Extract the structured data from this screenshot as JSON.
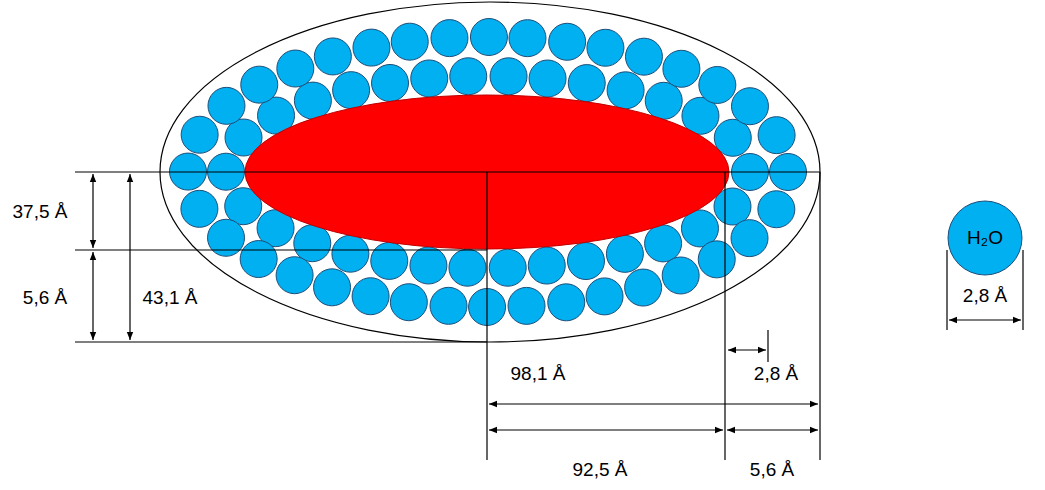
{
  "diagram": {
    "nodes": [
      {
        "text": [
          "H₂O"
        ]
      }
    ],
    "labels": [
      "37,5 Å",
      "5,6 Å",
      "43,1 Å",
      "98,1 Å",
      "2,8 Å",
      "92,5 Å",
      "5,6 Å",
      "2,8 Å"
    ]
  }
}
